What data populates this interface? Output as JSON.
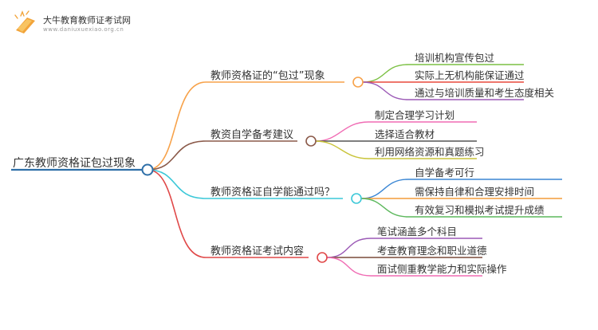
{
  "watermark": {
    "site_name": "大牛教育教师证考试网",
    "site_url": "www.daniuxuexiao.org.cn"
  },
  "mindmap": {
    "root": "广东教师资格证包过现象",
    "branches": [
      {
        "label": "教师资格证的“包过”现象",
        "color": "#F7A24A",
        "children": [
          {
            "label": "培训机构宣传包过",
            "color": "#7BC043"
          },
          {
            "label": "实际上无机构能保证通过",
            "color": "#E9493C"
          },
          {
            "label": "通过与培训质量和考生态度相关",
            "color": "#9B59B6"
          }
        ]
      },
      {
        "label": "教资自学备考建议",
        "color": "#8B5A4A",
        "children": [
          {
            "label": "制定合理学习计划",
            "color": "#F06CB4"
          },
          {
            "label": "选择适合教材",
            "color": "#555555"
          },
          {
            "label": "利用网络资源和真题练习",
            "color": "#C9C43A"
          }
        ]
      },
      {
        "label": "教师资格证自学能通过吗？",
        "color": "#3CC8D8",
        "children": [
          {
            "label": "自学备考可行",
            "color": "#3A86D4"
          },
          {
            "label": "需保持自律和合理安排时间",
            "color": "#F39C3A"
          },
          {
            "label": "有效复习和模拟考试提升成绩",
            "color": "#5CB85C"
          }
        ]
      },
      {
        "label": "教师资格证考试内容",
        "color": "#E04848",
        "children": [
          {
            "label": "笔试涵盖多个科目",
            "color": "#9B59B6"
          },
          {
            "label": "考查教育理念和职业道德",
            "color": "#7A4A3A"
          },
          {
            "label": "面试侧重教学能力和实际操作",
            "color": "#F06CB4"
          }
        ]
      }
    ],
    "root_color": "#2E6FA8"
  }
}
